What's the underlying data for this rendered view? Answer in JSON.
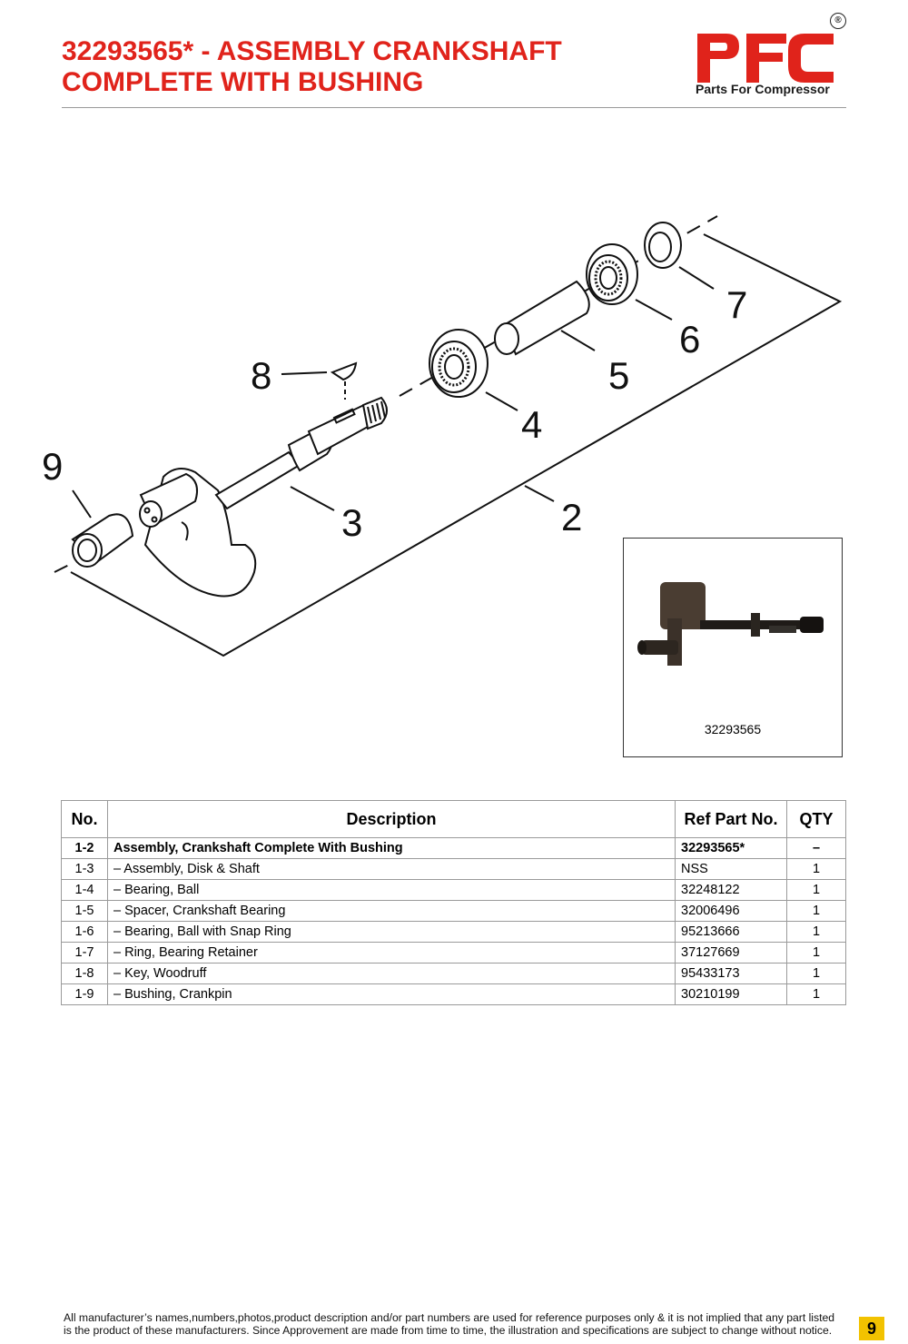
{
  "header": {
    "title_line1": "32293565* - ASSEMBLY CRANKSHAFT",
    "title_line2": "COMPLETE WITH BUSHING",
    "logo_text": "PFC",
    "logo_registered": "®",
    "logo_tagline": "Parts For Compressor",
    "brand_color": "#e0231b"
  },
  "diagram": {
    "callouts": [
      "2",
      "3",
      "4",
      "5",
      "6",
      "7",
      "8",
      "9"
    ]
  },
  "photo": {
    "caption": "32293565"
  },
  "table": {
    "headers": {
      "no": "No.",
      "description": "Description",
      "ref": "Ref Part No.",
      "qty": "QTY"
    },
    "rows": [
      {
        "no": "1-2",
        "description": "Assembly, Crankshaft Complete With Bushing",
        "ref": "32293565*",
        "qty": "–"
      },
      {
        "no": "1-3",
        "description": "– Assembly, Disk & Shaft",
        "ref": "NSS",
        "qty": "1"
      },
      {
        "no": "1-4",
        "description": "– Bearing, Ball",
        "ref": "32248122",
        "qty": "1"
      },
      {
        "no": "1-5",
        "description": "– Spacer, Crankshaft Bearing",
        "ref": "32006496",
        "qty": "1"
      },
      {
        "no": "1-6",
        "description": "– Bearing, Ball with Snap Ring",
        "ref": "95213666",
        "qty": "1"
      },
      {
        "no": "1-7",
        "description": "– Ring, Bearing Retainer",
        "ref": "37127669",
        "qty": "1"
      },
      {
        "no": "1-8",
        "description": "– Key, Woodruff",
        "ref": "95433173",
        "qty": "1"
      },
      {
        "no": "1-9",
        "description": "– Bushing, Crankpin",
        "ref": "30210199",
        "qty": "1"
      }
    ]
  },
  "footer": {
    "line1": "All manufacturer’s names,numbers,photos,product description and/or part numbers are used for reference purposes only & it is not implied that any part listed",
    "line2": "is the product of these manufacturers.  Since Approvement are made from time to time,  the illustration and specifications are subject to change without notice.",
    "page_number": "9",
    "page_color": "#f2c200"
  }
}
